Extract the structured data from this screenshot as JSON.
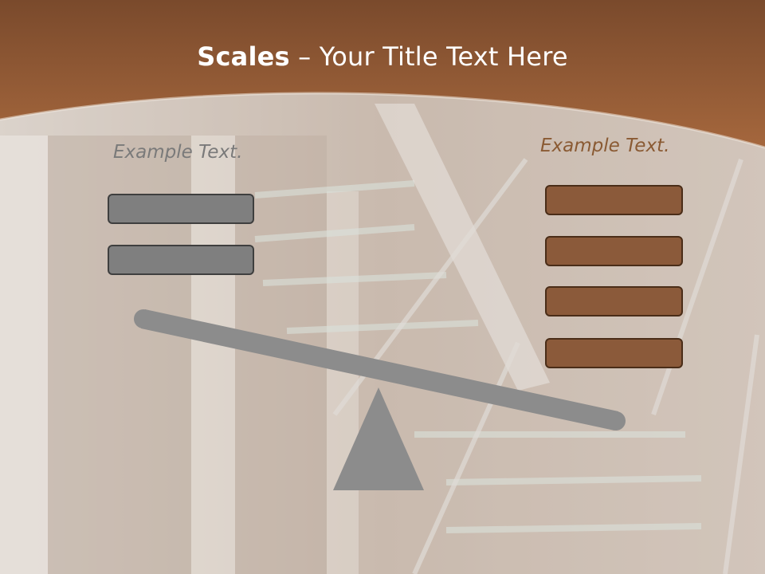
{
  "slide": {
    "title_bold": "Scales",
    "title_rest": " – Your Title Text Here"
  },
  "left_side": {
    "label": "Example Text.",
    "box_count": 2,
    "box_color": "#7f7f7f"
  },
  "right_side": {
    "label": "Example Text.",
    "box_count": 4,
    "box_color": "#8b5a3a"
  },
  "colors": {
    "header_brown": "#8a5434",
    "beam_grey": "#8c8c8c",
    "fulcrum_grey": "#8c8c8c"
  }
}
